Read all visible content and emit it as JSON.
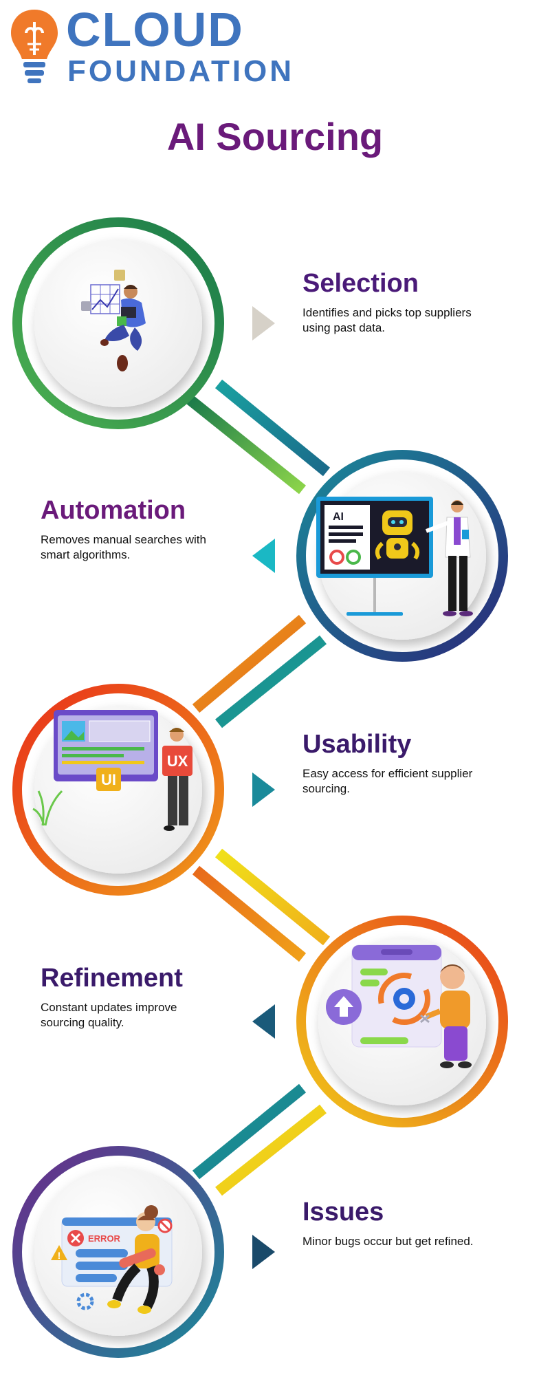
{
  "brand": {
    "line1": "CLOUD",
    "line2": "FOUNDATION",
    "color": "#3f74be",
    "accent": "#f07a2a"
  },
  "title": "AI Sourcing",
  "title_color": "#6a1a7a",
  "steps": [
    {
      "heading": "Selection",
      "description": "Identifies and picks top suppliers using past data.",
      "heading_color": "#4a1a78",
      "ring_colors": [
        "#4caf50",
        "#1a7a4a"
      ],
      "arrow_color": "#d6d1c8",
      "arrow_direction": "right",
      "illustration": "data-analyst-illustration"
    },
    {
      "heading": "Automation",
      "description": "Removes manual searches with smart algorithms.",
      "heading_color": "#6a1a7a",
      "ring_colors": [
        "#1a8a9a",
        "#2a2a7a"
      ],
      "arrow_color": "#1ab8c4",
      "arrow_direction": "left",
      "illustration": "ai-robot-presentation-illustration"
    },
    {
      "heading": "Usability",
      "description": "Easy access for efficient supplier sourcing.",
      "heading_color": "#3a1a6a",
      "ring_colors": [
        "#e8301a",
        "#f09a1a"
      ],
      "arrow_color": "#1a8a9a",
      "arrow_direction": "right",
      "illustration": "ui-ux-designer-illustration"
    },
    {
      "heading": "Refinement",
      "description": "Constant updates improve sourcing quality.",
      "heading_color": "#3a1a6a",
      "ring_colors": [
        "#f0c81a",
        "#e8401a"
      ],
      "arrow_color": "#1a5a7a",
      "arrow_direction": "left",
      "illustration": "settings-upgrade-illustration"
    },
    {
      "heading": "Issues",
      "description": "Minor bugs occur but get refined.",
      "heading_color": "#3a1a6a",
      "ring_colors": [
        "#6a2a8a",
        "#1a8a9a"
      ],
      "arrow_color": "#1a4a6a",
      "arrow_direction": "right",
      "illustration": "bug-fixing-illustration"
    }
  ],
  "illustration_text": {
    "ai": "AI",
    "ui": "UI",
    "ux": "UX",
    "error": "ERROR"
  }
}
